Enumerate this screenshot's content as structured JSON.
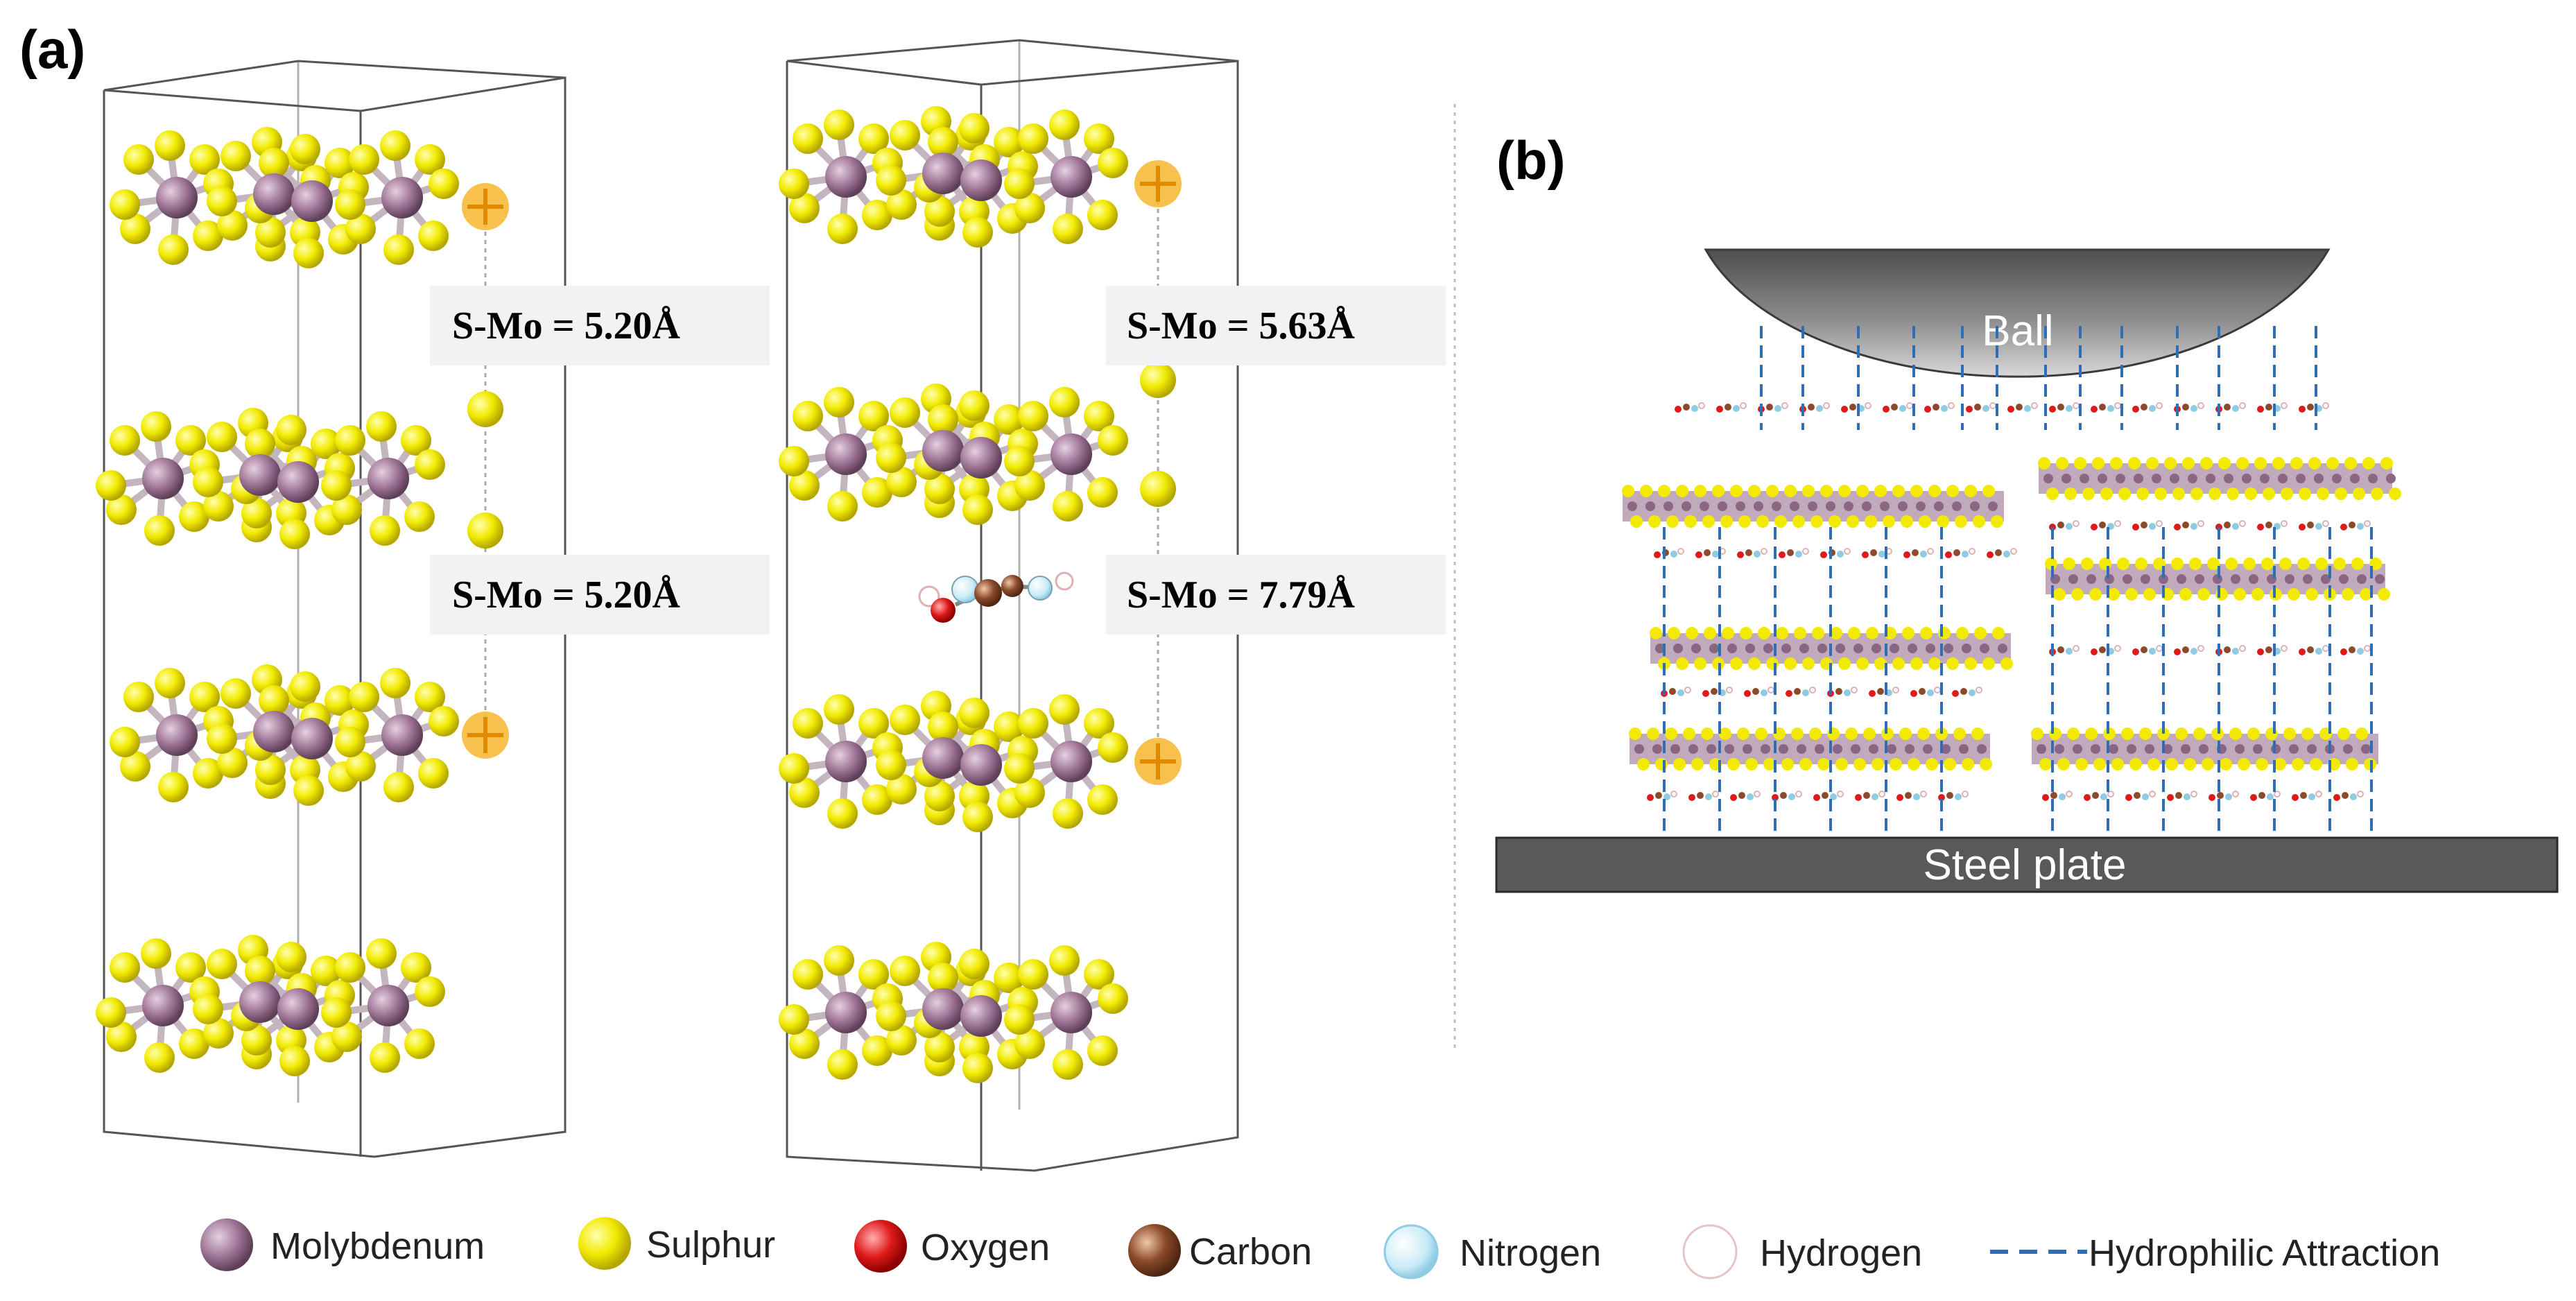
{
  "panel_a": {
    "label": "(a)",
    "left_distances": [
      "S-Mo = 5.20Å",
      "S-Mo = 5.20Å"
    ],
    "right_distances": [
      "S-Mo = 5.63Å",
      "S-Mo = 7.79Å"
    ]
  },
  "panel_b": {
    "label": "(b)",
    "ball_label": "Ball",
    "plate_label": "Steel plate"
  },
  "legend": [
    {
      "label": "Molybdenum",
      "color": "#9c7294"
    },
    {
      "label": "Sulphur",
      "color": "#f2ea00"
    },
    {
      "label": "Oxygen",
      "color": "#e01a1a"
    },
    {
      "label": "Carbon",
      "color": "#8b4a2b"
    },
    {
      "label": "Nitrogen",
      "color": "#c9ebf7"
    },
    {
      "label": "Hydrogen",
      "color": "#ffffff"
    },
    {
      "label": "Hydrophilic Attraction",
      "color": "#2f6db5"
    }
  ],
  "colors": {
    "molybdenum": "#9c7294",
    "sulphur": "#f2ea00",
    "ball_fill": "#8a8a8a",
    "plate_fill": "#595959",
    "attraction_line": "#2f6db5"
  }
}
